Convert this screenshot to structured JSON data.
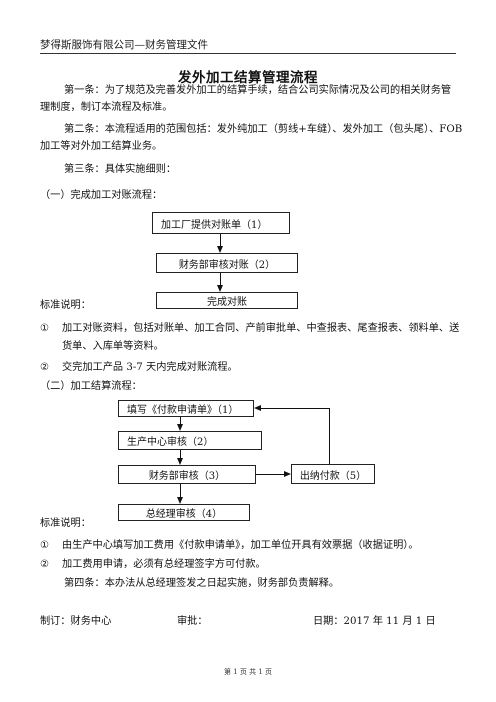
{
  "header": {
    "text": "梦得斯服饰有限公司—财务管理文件"
  },
  "title": "发外加工结算管理流程",
  "article1": {
    "line1": "第一条：为了规范及完善发外加工的结算手续，结合公司实际情况及公司的相关财务管",
    "line2": "理制度，制订本流程及标准。"
  },
  "article2": {
    "line1": "第二条：本流程适用的范围包括：发外纯加工（剪线+车缝）、发外加工（包头尾）、FOB",
    "line2": "加工等对外加工结算业务。"
  },
  "article3": "第三条：具体实施细则：",
  "section1": {
    "heading": "（一）完成加工对账流程：",
    "boxes": [
      "加工厂提供对账单（1）",
      "财务部审核对账（2）",
      "完成对账"
    ],
    "standard_label": "标准说明：",
    "notes": [
      {
        "num": "①",
        "line1": "加工对账资料，包括对账单、加工合同、产前审批单、中查报表、尾查报表、领料单、送",
        "line2": "货单、入库单等资料。"
      },
      {
        "num": "②",
        "line1": "交完加工产品 3-7 天内完成对账流程。"
      }
    ]
  },
  "section2": {
    "heading": "（二）加工结算流程：",
    "boxes": [
      "填写《付款申请单》（1）",
      "生产中心审核（2）",
      "财务部审核（3）",
      "总经理审核（4）",
      "出纳付款（5）"
    ],
    "standard_label": "标准说明：",
    "notes": [
      {
        "num": "①",
        "line1": "由生产中心填写加工费用《付款申请单》，加工单位开具有效票据（收据证明）。"
      },
      {
        "num": "②",
        "line1": "加工费用申请，必须有总经理签字方可付款。"
      }
    ]
  },
  "article4": "第四条：本办法从总经理签发之日起实施，财务部负责解释。",
  "signoff": {
    "prepared": "制订：财务中心",
    "approved": "审批：",
    "date": "日期：2017 年 11 月 1 日"
  },
  "footer": "第 1 页 共 1 页"
}
